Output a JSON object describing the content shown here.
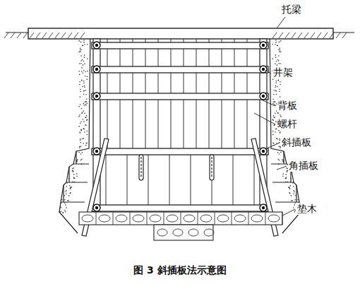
{
  "diagram": {
    "caption": "图 3 斜插板法示意图",
    "labels": [
      "托梁",
      "井架",
      "背板",
      "螺杆",
      "斜插板",
      "角插板",
      "垫木"
    ]
  }
}
